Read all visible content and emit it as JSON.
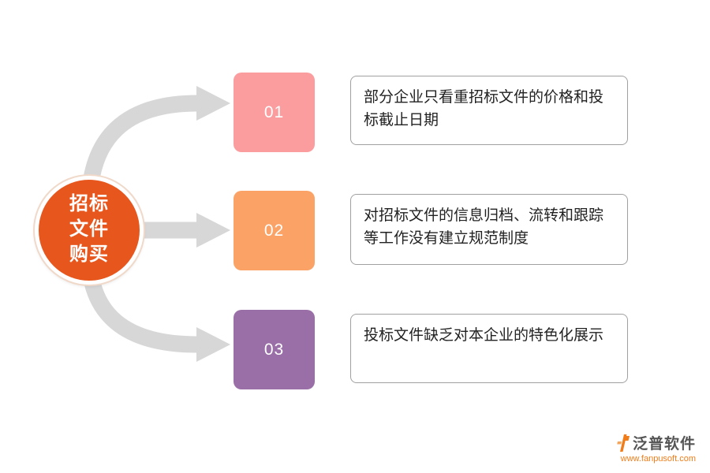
{
  "hub": {
    "line1": "招标",
    "line2": "文件",
    "line3": "购买",
    "color": "#e7571d"
  },
  "steps": [
    {
      "number": "01",
      "color": "#fb9d9e",
      "text": "部分企业只看重招标文件的价格和投标截止日期"
    },
    {
      "number": "02",
      "color": "#fba266",
      "text": "对招标文件的信息归档、流转和跟踪等工作没有建立规范制度"
    },
    {
      "number": "03",
      "color": "#9a6fa8",
      "text": "投标文件缺乏对本企业的特色化展示"
    }
  ],
  "colors": {
    "arrow": "#d7d7d7"
  },
  "branding": {
    "name": "泛普软件",
    "url": "www.fanpusoft.com",
    "accent": "#f07d1a"
  }
}
